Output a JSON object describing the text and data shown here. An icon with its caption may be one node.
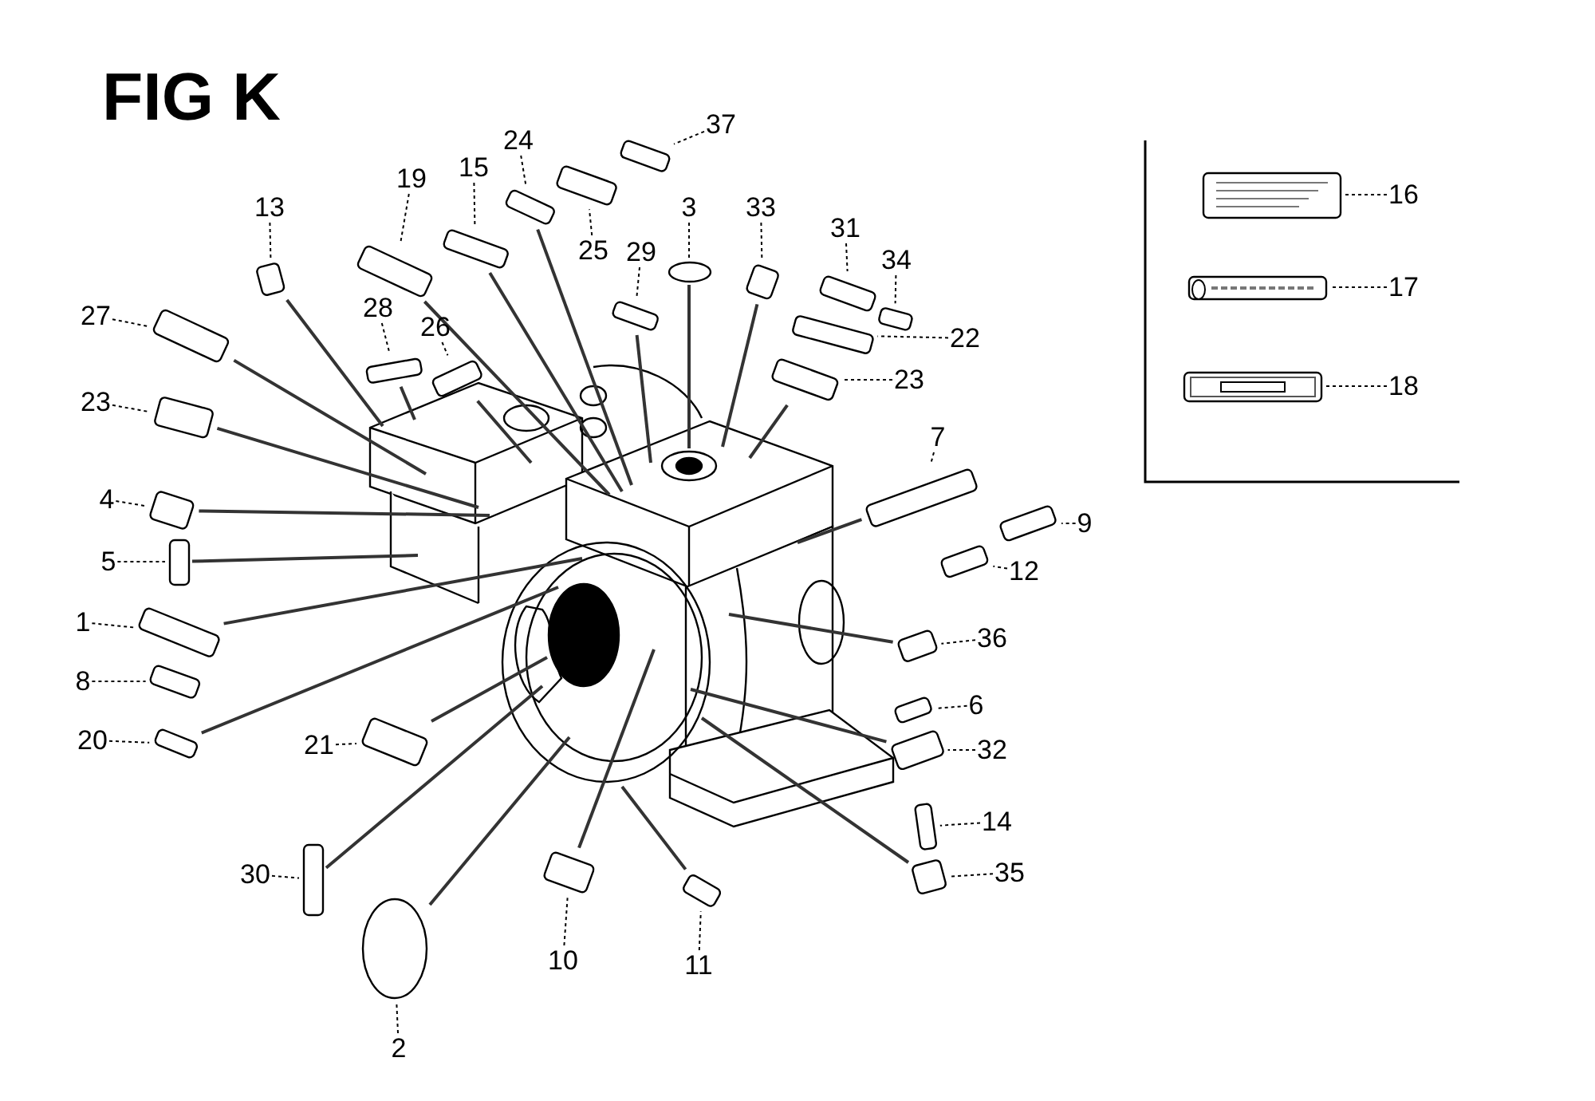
{
  "diagram": {
    "title": "FIG K",
    "nodes": [
      {
        "text": [
          "13"
        ]
      },
      {
        "text": [],
        "shape": "box"
      },
      {
        "text": [
          "19"
        ]
      },
      {
        "text": [],
        "shape": "box"
      },
      {
        "text": [
          "15"
        ]
      },
      {
        "text": [],
        "shape": "box"
      },
      {
        "text": [
          "24"
        ]
      },
      {
        "text": [],
        "shape": "box"
      },
      {
        "text": [
          "25"
        ]
      },
      {
        "text": [],
        "shape": "box"
      },
      {
        "text": [
          "37"
        ]
      },
      {
        "text": [],
        "shape": "box"
      },
      {
        "text": [
          "3"
        ]
      },
      {
        "text": [],
        "shape": "circle"
      },
      {
        "text": [
          "33"
        ]
      },
      {
        "text": [],
        "shape": "box"
      },
      {
        "text": [
          "29"
        ]
      },
      {
        "text": [],
        "shape": "box"
      },
      {
        "text": [
          "31"
        ]
      },
      {
        "text": [],
        "shape": "box"
      },
      {
        "text": [
          "34"
        ]
      },
      {
        "text": [],
        "shape": "box"
      },
      {
        "text": [
          "22"
        ]
      },
      {
        "text": [],
        "shape": "box"
      },
      {
        "text": [
          "23"
        ]
      },
      {
        "text": [],
        "shape": "box"
      },
      {
        "text": [
          "28"
        ]
      },
      {
        "text": [],
        "shape": "box"
      },
      {
        "text": [
          "26"
        ]
      },
      {
        "text": [],
        "shape": "box"
      },
      {
        "text": [
          "27"
        ]
      },
      {
        "text": [],
        "shape": "box"
      },
      {
        "text": [
          "23"
        ]
      },
      {
        "text": [],
        "shape": "box"
      },
      {
        "text": [
          "4"
        ]
      },
      {
        "text": [],
        "shape": "box"
      },
      {
        "text": [
          "5"
        ]
      },
      {
        "text": [],
        "shape": "box"
      },
      {
        "text": [
          "1"
        ]
      },
      {
        "text": [],
        "shape": "box"
      },
      {
        "text": [
          "8"
        ]
      },
      {
        "text": [],
        "shape": "box"
      },
      {
        "text": [
          "20"
        ]
      },
      {
        "text": [],
        "shape": "box"
      },
      {
        "text": [
          "21"
        ]
      },
      {
        "text": [],
        "shape": "box"
      },
      {
        "text": [
          "30"
        ]
      },
      {
        "text": [],
        "shape": "box"
      },
      {
        "text": [
          "2"
        ]
      },
      {
        "text": [],
        "shape": "circle"
      },
      {
        "text": [
          "10"
        ]
      },
      {
        "text": [],
        "shape": "box"
      },
      {
        "text": [
          "11"
        ]
      },
      {
        "text": [],
        "shape": "box"
      },
      {
        "text": [
          "7"
        ]
      },
      {
        "text": [],
        "shape": "box"
      },
      {
        "text": [
          "9"
        ]
      },
      {
        "text": [],
        "shape": "box"
      },
      {
        "text": [
          "12"
        ]
      },
      {
        "text": [],
        "shape": "box"
      },
      {
        "text": [
          "36"
        ]
      },
      {
        "text": [],
        "shape": "box"
      },
      {
        "text": [
          "6"
        ]
      },
      {
        "text": [],
        "shape": "box"
      },
      {
        "text": [
          "32"
        ]
      },
      {
        "text": [],
        "shape": "box"
      },
      {
        "text": [
          "14"
        ]
      },
      {
        "text": [],
        "shape": "box"
      },
      {
        "text": [
          "35"
        ]
      },
      {
        "text": [],
        "shape": "box"
      },
      {
        "text": [
          "16"
        ]
      },
      {
        "text": [],
        "shape": "box"
      },
      {
        "text": [
          "17"
        ]
      },
      {
        "text": [],
        "shape": "box"
      },
      {
        "text": [
          "18"
        ]
      },
      {
        "text": [],
        "shape": "box"
      }
    ],
    "edges": [
      {
        "from": 0,
        "to": 1,
        "arrow": "none",
        "style": "dashed"
      },
      {
        "from": 2,
        "to": 3,
        "arrow": "none",
        "style": "dashed"
      },
      {
        "from": 4,
        "to": 5,
        "arrow": "none",
        "style": "dashed"
      },
      {
        "from": 6,
        "to": 7,
        "arrow": "none",
        "style": "dashed"
      },
      {
        "from": 8,
        "to": 9,
        "arrow": "none",
        "style": "dashed"
      },
      {
        "from": 10,
        "to": 11,
        "arrow": "none",
        "style": "dashed"
      },
      {
        "from": 12,
        "to": 13,
        "arrow": "none",
        "style": "dashed"
      },
      {
        "from": 14,
        "to": 15,
        "arrow": "none",
        "style": "dashed"
      },
      {
        "from": 16,
        "to": 17,
        "arrow": "none",
        "style": "dashed"
      },
      {
        "from": 18,
        "to": 19,
        "arrow": "none",
        "style": "dashed"
      },
      {
        "from": 20,
        "to": 21,
        "arrow": "none",
        "style": "dashed"
      },
      {
        "from": 22,
        "to": 23,
        "arrow": "none",
        "style": "dashed"
      },
      {
        "from": 24,
        "to": 25,
        "arrow": "none",
        "style": "dashed"
      },
      {
        "from": 26,
        "to": 27,
        "arrow": "none",
        "style": "dashed"
      },
      {
        "from": 28,
        "to": 29,
        "arrow": "none",
        "style": "dashed"
      },
      {
        "from": 30,
        "to": 31,
        "arrow": "none",
        "style": "dashed"
      },
      {
        "from": 32,
        "to": 33,
        "arrow": "none",
        "style": "dashed"
      },
      {
        "from": 34,
        "to": 35,
        "arrow": "none",
        "style": "dashed"
      },
      {
        "from": 36,
        "to": 37,
        "arrow": "none",
        "style": "dashed"
      },
      {
        "from": 38,
        "to": 39,
        "arrow": "none",
        "style": "dashed"
      },
      {
        "from": 40,
        "to": 41,
        "arrow": "none",
        "style": "dashed"
      },
      {
        "from": 42,
        "to": 43,
        "arrow": "none",
        "style": "dashed"
      },
      {
        "from": 44,
        "to": 45,
        "arrow": "none",
        "style": "dashed"
      },
      {
        "from": 46,
        "to": 47,
        "arrow": "none",
        "style": "dashed"
      },
      {
        "from": 48,
        "to": 49,
        "arrow": "none",
        "style": "dashed"
      },
      {
        "from": 50,
        "to": 51,
        "arrow": "none",
        "style": "dashed"
      },
      {
        "from": 52,
        "to": 53,
        "arrow": "none",
        "style": "dashed"
      },
      {
        "from": 54,
        "to": 55,
        "arrow": "none",
        "style": "dashed"
      },
      {
        "from": 56,
        "to": 57,
        "arrow": "none",
        "style": "dashed"
      },
      {
        "from": 58,
        "to": 59,
        "arrow": "none",
        "style": "dashed"
      },
      {
        "from": 60,
        "to": 61,
        "arrow": "none",
        "style": "dashed"
      },
      {
        "from": 62,
        "to": 63,
        "arrow": "none",
        "style": "dashed"
      },
      {
        "from": 64,
        "to": 65,
        "arrow": "none",
        "style": "dashed"
      },
      {
        "from": 66,
        "to": 67,
        "arrow": "none",
        "style": "dashed"
      },
      {
        "from": 68,
        "to": 69,
        "arrow": "none",
        "style": "dashed"
      },
      {
        "from": 70,
        "to": 71,
        "arrow": "none",
        "style": "dashed"
      },
      {
        "from": 72,
        "to": 73,
        "arrow": "none",
        "style": "dashed"
      },
      {
        "from": 74,
        "to": 75,
        "arrow": "none",
        "style": "dashed"
      },
      {
        "from": 1,
        "to": null,
        "arrow": "none"
      },
      {
        "from": 3,
        "to": null,
        "arrow": "none"
      },
      {
        "from": 5,
        "to": null,
        "arrow": "none"
      },
      {
        "from": 7,
        "to": null,
        "arrow": "none"
      },
      {
        "from": 13,
        "to": null,
        "arrow": "none"
      },
      {
        "from": 15,
        "to": null,
        "arrow": "none"
      },
      {
        "from": 17,
        "to": null,
        "arrow": "none"
      },
      {
        "from": 25,
        "to": null,
        "arrow": "none"
      },
      {
        "from": 27,
        "to": null,
        "arrow": "none"
      },
      {
        "from": 29,
        "to": null,
        "arrow": "none"
      },
      {
        "from": 31,
        "to": null,
        "arrow": "none"
      },
      {
        "from": 33,
        "to": null,
        "arrow": "none"
      },
      {
        "from": 35,
        "to": null,
        "arrow": "none"
      },
      {
        "from": 37,
        "to": null,
        "arrow": "none"
      },
      {
        "from": 39,
        "to": null,
        "arrow": "none"
      },
      {
        "from": 43,
        "to": null,
        "arrow": "none"
      },
      {
        "from": 45,
        "to": null,
        "arrow": "none"
      },
      {
        "from": 47,
        "to": null,
        "arrow": "none"
      },
      {
        "from": 49,
        "to": null,
        "arrow": "none"
      },
      {
        "from": 51,
        "to": null,
        "arrow": "none"
      },
      {
        "from": 53,
        "to": null,
        "arrow": "none"
      },
      {
        "from": 55,
        "to": null,
        "arrow": "none"
      },
      {
        "from": 61,
        "to": null,
        "arrow": "none"
      },
      {
        "from": 65,
        "to": null,
        "arrow": "none"
      },
      {
        "from": 69,
        "to": null,
        "arrow": "none"
      }
    ]
  }
}
